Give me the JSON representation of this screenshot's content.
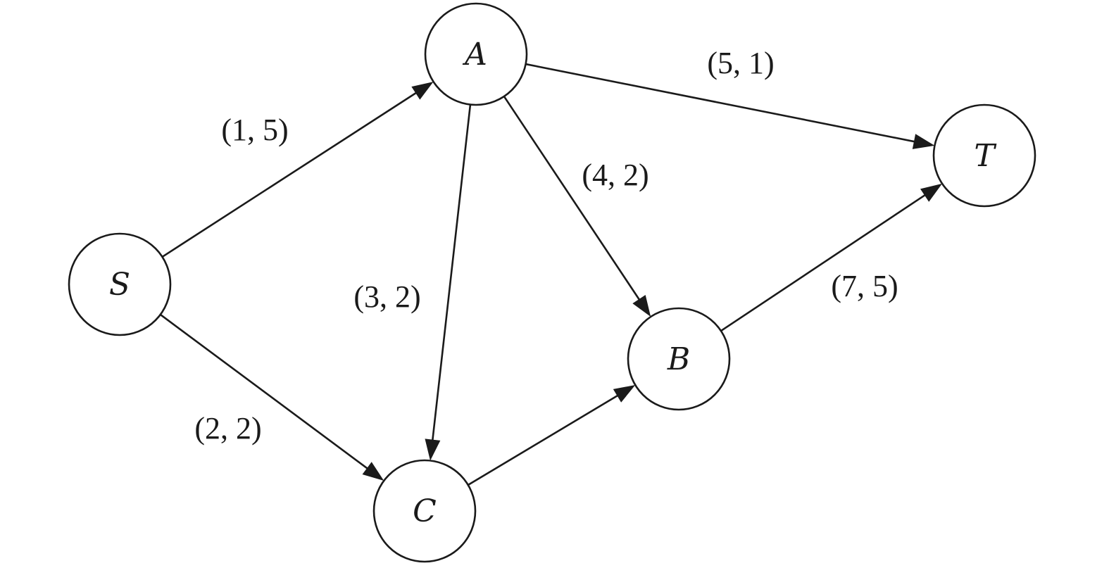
{
  "nodes": [
    {
      "id": "S",
      "label": "S"
    },
    {
      "id": "A",
      "label": "A"
    },
    {
      "id": "B",
      "label": "B"
    },
    {
      "id": "C",
      "label": "C"
    },
    {
      "id": "T",
      "label": "T"
    }
  ],
  "edges": [
    {
      "id": "S-A",
      "from": "S",
      "to": "A",
      "label": "(1, 5)"
    },
    {
      "id": "S-C",
      "from": "S",
      "to": "C",
      "label": "(2, 2)"
    },
    {
      "id": "A-C",
      "from": "A",
      "to": "C",
      "label": "(3, 2)"
    },
    {
      "id": "A-B",
      "from": "A",
      "to": "B",
      "label": "(4, 2)"
    },
    {
      "id": "A-T",
      "from": "A",
      "to": "T",
      "label": "(5, 1)"
    },
    {
      "id": "C-B",
      "from": "C",
      "to": "B",
      "label": ""
    },
    {
      "id": "B-T",
      "from": "B",
      "to": "T",
      "label": "(7, 5)"
    }
  ]
}
